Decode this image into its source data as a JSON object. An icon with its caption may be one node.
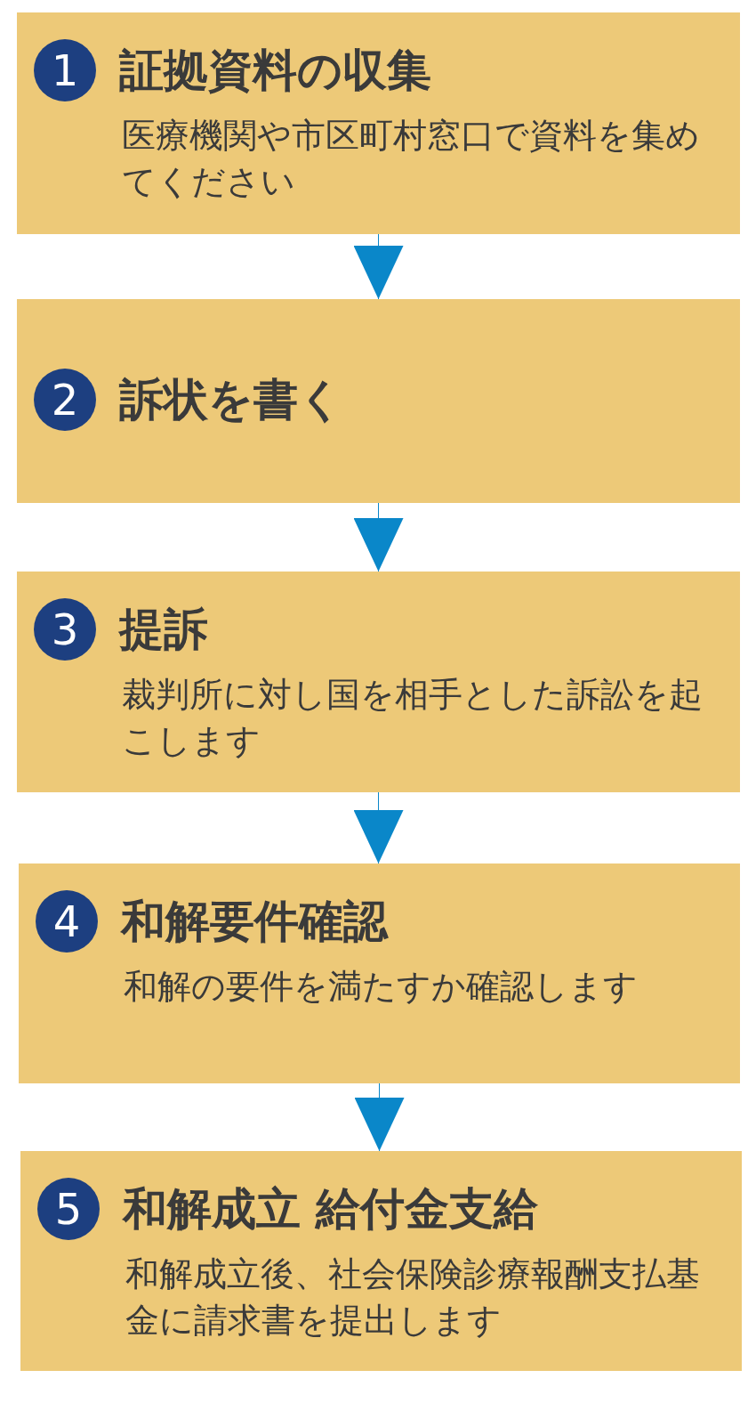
{
  "diagram": {
    "nodes": [
      {
        "text": [
          "1",
          "証拠資料の収集",
          "医療機関や市区町村窓口で資料を集めてください"
        ]
      },
      {
        "text": [
          "2",
          "訴状を書く"
        ]
      },
      {
        "text": [
          "3",
          "提訴",
          "裁判所に対し国を相手とした訴訟を起こします"
        ]
      },
      {
        "text": [
          "4",
          "和解要件確認",
          "和解の要件を満たすか確認します"
        ]
      },
      {
        "text": [
          "5",
          "和解成立 給付金支給",
          "和解成立後、社会保険診療報酬支払基金に請求書を提出します"
        ]
      }
    ],
    "edges": [
      {
        "from": 0,
        "to": 1,
        "arrow": "to"
      },
      {
        "from": 1,
        "to": 2,
        "arrow": "to"
      },
      {
        "from": 2,
        "to": 3,
        "arrow": "to"
      },
      {
        "from": 3,
        "to": 4,
        "arrow": "to"
      }
    ]
  }
}
